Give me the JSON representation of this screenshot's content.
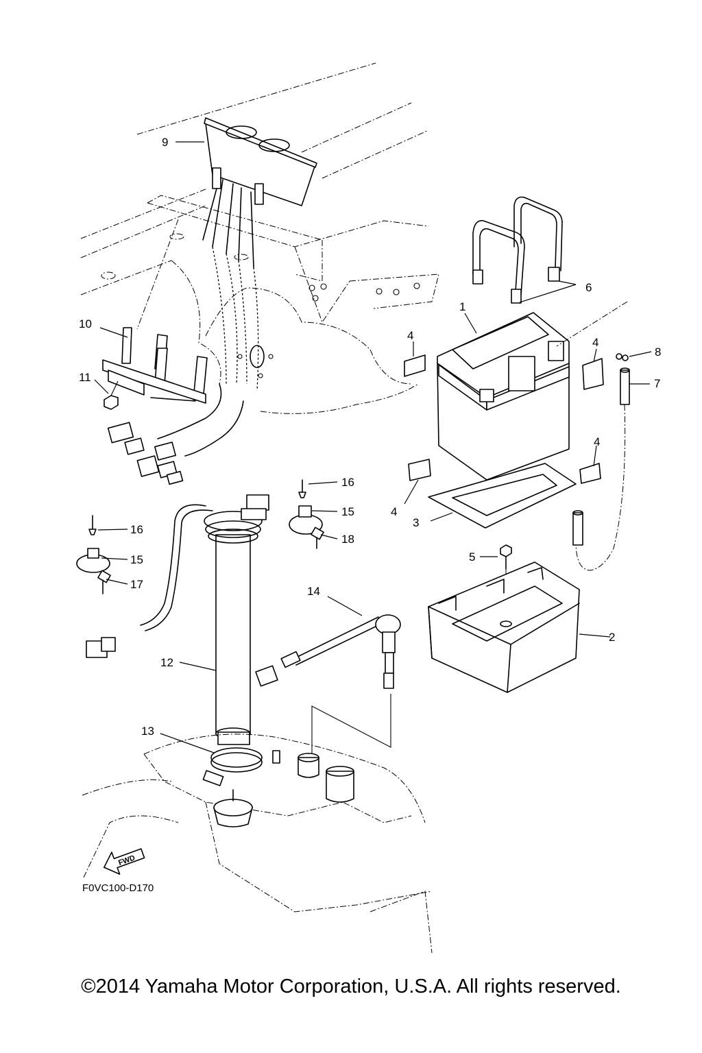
{
  "diagram": {
    "code": "F0VC100-D170",
    "fwd_label": "FWD",
    "copyright": "©2014 Yamaha Motor Corporation, U.S.A. All rights reserved.",
    "callouts": {
      "c1": "1",
      "c2": "2",
      "c3": "3",
      "c4a": "4",
      "c4b": "4",
      "c4c": "4",
      "c4d": "4",
      "c5": "5",
      "c6": "6",
      "c7": "7",
      "c8": "8",
      "c9": "9",
      "c10": "10",
      "c11": "11",
      "c12": "12",
      "c13": "13",
      "c14": "14",
      "c15a": "15",
      "c15b": "15",
      "c16a": "16",
      "c16b": "16",
      "c17": "17",
      "c18": "18"
    }
  }
}
